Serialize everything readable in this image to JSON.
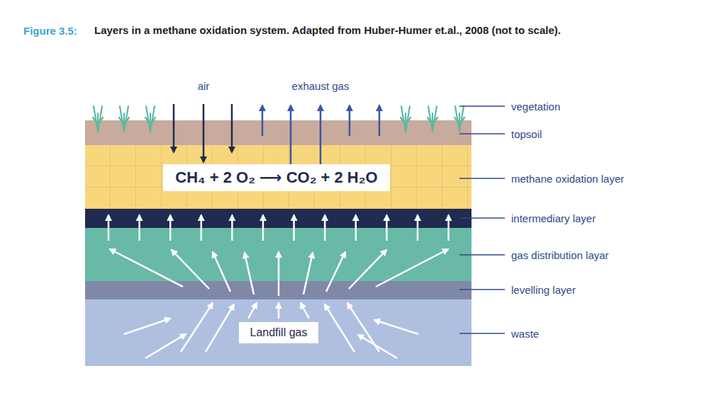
{
  "diagram": {
    "title": "Layers in a methane oxidation system. Adapted from Huber-Humer et.al., 2008 (not to scale).",
    "nodes": [
      {
        "text": [
          "CH₄ + 2 O₂ ⟶ CO₂ + 2 H₂O"
        ]
      },
      {
        "text": [
          "Landfill gas"
        ]
      }
    ],
    "labels": [
      "Figure 3.5:",
      "air",
      "exhaust gas",
      "vegetation",
      "topsoil",
      "methane oxidation layer",
      "intermediary layer",
      "gas distribution layar",
      "levelling layer",
      "waste"
    ]
  }
}
